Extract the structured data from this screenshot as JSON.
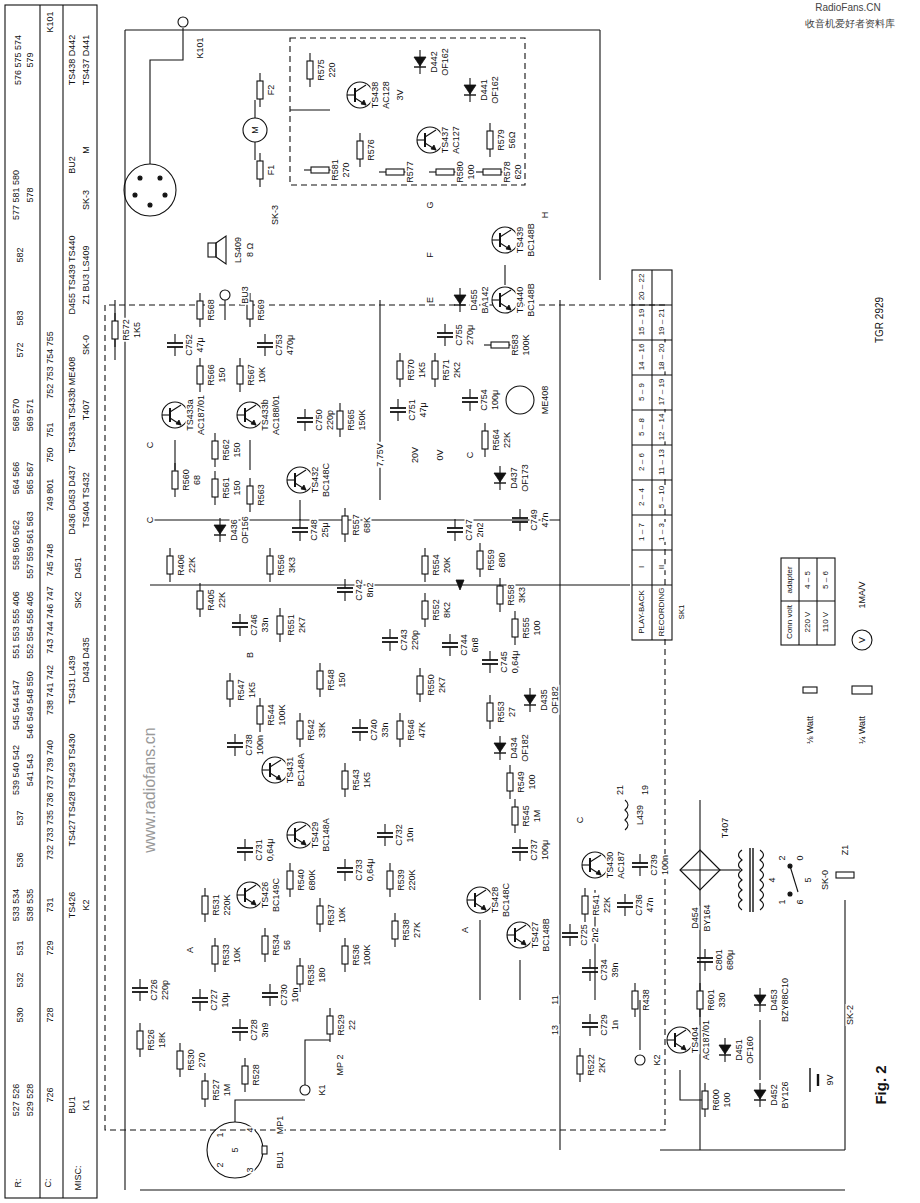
{
  "diagram": {
    "caption": "Fig. 2",
    "labels": [
      "R:",
      "C:",
      "MISC:",
      "527 526",
      "529 528",
      "726",
      "BU1",
      "K1",
      "530",
      "728",
      "532",
      "729",
      "531",
      "533 534",
      "538 535",
      "731",
      "TS426",
      "K2",
      "536",
      "537",
      "539 540 542",
      "541 543",
      "732 733 735 736 737 739 740",
      "TS427 TS428 TS429 TS430",
      "545 544 547",
      "546 549 548 550",
      "738 741 742",
      "TS431 L439",
      "D434 D435",
      "551 553 555 406",
      "552 554 556 405",
      "743 744 746 747",
      "SK2",
      "745 748",
      "558 560 562",
      "557 559 561 563",
      "D451",
      "564 566",
      "565 567",
      "749 801",
      "D436 D453 D437",
      "TS404 TS432",
      "750",
      "751",
      "568 570",
      "569 571",
      "TS433a TS433b ME408",
      "752 753 754 755",
      "T407",
      "SK-0",
      "572",
      "583",
      "582",
      "D455 TS439 TS440",
      "Z1 BU3 LS409",
      "577 581 580",
      "578",
      "BU2",
      "M",
      "SK-3",
      "576 575 574",
      "579",
      "TS438 D442",
      "TS437 D441",
      "K101",
      "K101",
      "R575",
      "220",
      "TS438",
      "AC128",
      "D442",
      "OF162",
      "TS437",
      "AC127",
      "D441",
      "OF162",
      "R579",
      "56Ω",
      "R576",
      "R581",
      "270",
      "R577",
      "R580",
      "100",
      "R578",
      "620",
      "3V",
      "M",
      "F2",
      "F1",
      "SK-3",
      "LS409",
      "8 Ω",
      "BU3",
      "G",
      "H",
      "F",
      "E",
      "TS439",
      "BC148B",
      "TS440",
      "BC148B",
      "D455",
      "BA142",
      "R583",
      "100K",
      "C755",
      "270μ",
      "R570",
      "1K5",
      "R571",
      "2K2",
      "C751",
      "47μ",
      "C754",
      "100μ",
      "7,75V",
      "20V",
      "0V",
      "ME408",
      "C",
      "C",
      "C",
      "C",
      "A",
      "A",
      "B",
      "C752",
      "47μ",
      "C753",
      "470μ",
      "R568",
      "R569",
      "R566",
      "150",
      "R567",
      "10K",
      "TS433a",
      "AC187/01",
      "TS433b",
      "AC188/01",
      "C750",
      "220p",
      "R565",
      "150K",
      "R572",
      "1K5",
      "R560",
      "68",
      "R562",
      "150",
      "R561",
      "150",
      "R563",
      "TS432",
      "BC148C",
      "D436",
      "OF156",
      "C748",
      "25μ",
      "R557",
      "68K",
      "R556",
      "3K3",
      "R406",
      "22K",
      "R405",
      "22K",
      "C746",
      "33n",
      "R551",
      "2K7",
      "C742",
      "8n2",
      "C743",
      "220p",
      "R554",
      "20K",
      "R552",
      "8K2",
      "C747",
      "2n2",
      "C744",
      "6n8",
      "R550",
      "2K7",
      "C740",
      "33n",
      "R546",
      "47K",
      "R564",
      "22K",
      "D437",
      "OF173",
      "C749",
      "47n",
      "R559",
      "680",
      "R558",
      "3K3",
      "R555",
      "100",
      "C745",
      "0,64μ",
      "D435",
      "OF182",
      "R553",
      "27",
      "D434",
      "OF182",
      "R549",
      "100",
      "R545",
      "1M",
      "C737",
      "100μ",
      "TS428",
      "BC148C",
      "TS427",
      "BC148B",
      "R544",
      "100K",
      "R542",
      "33K",
      "R547",
      "1K5",
      "R548",
      "150",
      "C738",
      "100n",
      "TS431",
      "BC148A",
      "R543",
      "1K5",
      "TS429",
      "BC148A",
      "C732",
      "10n",
      "R540",
      "680K",
      "C733",
      "0,64μ",
      "R539",
      "220K",
      "R537",
      "10K",
      "R538",
      "27K",
      "R536",
      "100K",
      "R531",
      "220K",
      "TS426",
      "BC149C",
      "C731",
      "0,64μ",
      "R533",
      "10K",
      "R534",
      "56",
      "R535",
      "180",
      "C730",
      "10n",
      "C727",
      "10μ",
      "C728",
      "3n9",
      "C726",
      "220p",
      "R526",
      "18K",
      "R530",
      "270",
      "R527",
      "1M",
      "R528",
      "BU1",
      "MP1",
      "1",
      "2",
      "3",
      "4",
      "5",
      "K1",
      "MP 2",
      "R529",
      "22",
      "11",
      "13",
      "R522",
      "2K7",
      "C729",
      "1n",
      "R438",
      "K2",
      "TS430",
      "AC187",
      "R541",
      "22K",
      "C739",
      "100n",
      "C736",
      "47n",
      "C725",
      "2n2",
      "C734",
      "39n",
      "L439",
      "21",
      "19",
      "PLAY-BACK",
      "RECORDING",
      "SK1",
      "I",
      "1 – 7",
      "2 – 4",
      "2 – 6",
      "5 – 8",
      "5 – 9",
      "14 – 16",
      "15 – 19",
      "20 – 22",
      "II",
      "1 – 3",
      "5 – 10",
      "11 – 13",
      "12 – 14",
      "17 – 19",
      "18 – 20",
      "19 – 21",
      "Conn volt",
      "adapter",
      "220 V",
      "4 – 5",
      "110 V",
      "5 – 6",
      "1MA/V",
      "V",
      "⅛ Watt",
      "¼ Watt",
      "TGR 2929",
      "T407",
      "D454",
      "BY164",
      "C801",
      "680μ",
      "R601",
      "330",
      "TS404",
      "AC187/01",
      "D451",
      "OF160",
      "D453",
      "BZY88C10",
      "R600",
      "100",
      "D452",
      "BY126",
      "9V",
      "SK-0",
      "2",
      "0",
      "1",
      "6",
      "4",
      "5",
      "Z1",
      "SK-2",
      "www.radiofans.cn",
      "RadioFans.CN",
      "收音机爱好者资料库"
    ]
  }
}
